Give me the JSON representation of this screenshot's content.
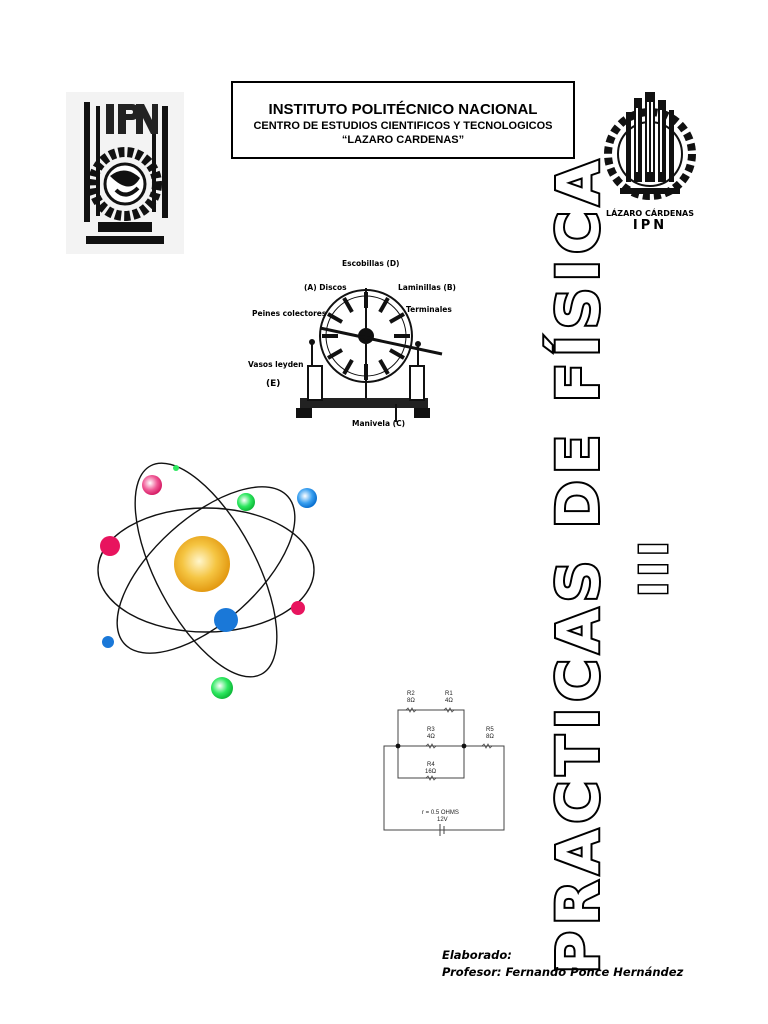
{
  "header": {
    "institute": "INSTITUTO POLITÉCNICO NACIONAL",
    "center": "CENTRO DE ESTUDIOS CIENTIFICOS Y TECNOLOGICOS",
    "school": "“LAZARO CARDENAS”"
  },
  "logos": {
    "left": {
      "icon": "ipn-logo",
      "text": "IPN"
    },
    "right": {
      "icon": "cecyt-logo",
      "caption": "LÁZARO CÁRDENAS",
      "caption2": "IPN"
    }
  },
  "machine_labels": {
    "d": "Escobillas (D)",
    "a": "(A) Discos",
    "b": "Laminillas (B)",
    "peines": "Peines colectores",
    "terminales": "Terminales",
    "vasos": "Vasos leyden",
    "e": "(E)",
    "c": "Manivela (C)"
  },
  "circuit_labels": {
    "r2_name": "R2",
    "r2_val": "8Ω",
    "r1_name": "R1",
    "r1_val": "4Ω",
    "r3_name": "R3",
    "r3_val": "4Ω",
    "r5_name": "R5",
    "r5_val": "8Ω",
    "r4_name": "R4",
    "r4_val": "16Ω",
    "r_int": "r = 0.5 OHMS",
    "volt": "12V"
  },
  "title": "PRACTICAS DE FÍSICA",
  "volume": "III",
  "credits": {
    "line1": "Elaborado:",
    "line2": "Profesor: Fernando Ponce Hernández"
  }
}
